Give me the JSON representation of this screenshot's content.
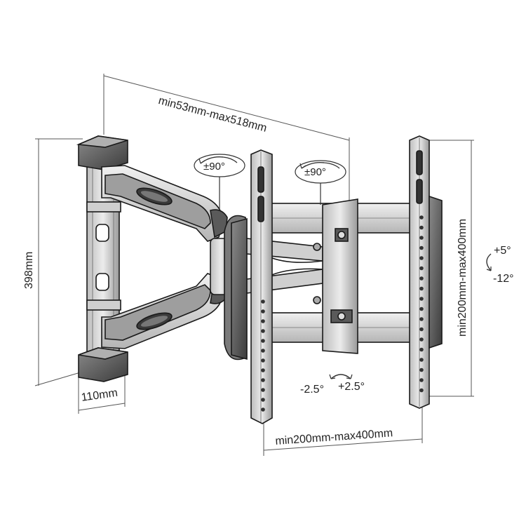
{
  "dimensions": {
    "arm_extension": "min53mm-max518mm",
    "wall_plate_height": "398mm",
    "wall_plate_width": "110mm",
    "vesa_vertical": "min200mm-max400mm",
    "vesa_horizontal": "min200mm-max400mm"
  },
  "rotations": {
    "swivel_arm": "±90°",
    "swivel_head": "±90°",
    "tilt_up": "+5°",
    "tilt_down": "-12°",
    "level_left": "-2.5°",
    "level_right": "+2.5°"
  },
  "colors": {
    "line": "#1a1a1a",
    "metal_light": "#d9d9d9",
    "metal_mid": "#a8a8a8",
    "metal_dark": "#4a4a4a",
    "dim_line": "#555555"
  }
}
